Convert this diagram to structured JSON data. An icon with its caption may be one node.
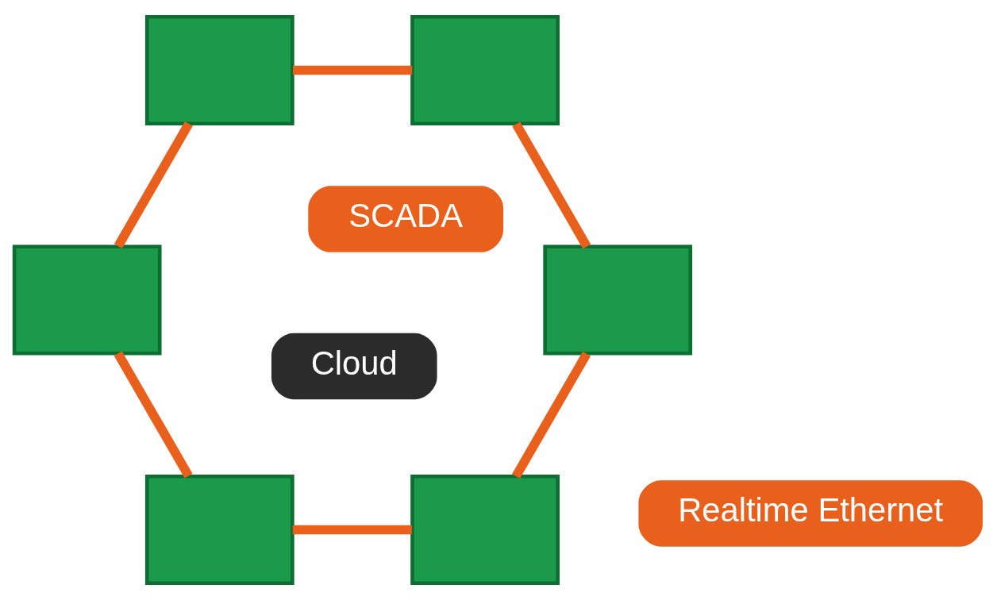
{
  "diagram": {
    "nodes": [
      {
        "text": [
          "SCADA"
        ]
      },
      {
        "text": [
          "Cloud"
        ]
      },
      {
        "text": [
          "Realtime Ethernet"
        ]
      },
      {
        "text": [],
        "shape": "box"
      },
      {
        "text": [],
        "shape": "box"
      },
      {
        "text": [],
        "shape": "box"
      },
      {
        "text": [],
        "shape": "box"
      },
      {
        "text": [],
        "shape": "box"
      },
      {
        "text": [],
        "shape": "box"
      }
    ],
    "edges": [
      {
        "from": 3,
        "to": 5,
        "arrow": "none"
      },
      {
        "from": 5,
        "to": 7,
        "arrow": "none"
      },
      {
        "from": 7,
        "to": 8,
        "arrow": "none"
      },
      {
        "from": 8,
        "to": 6,
        "arrow": "none"
      },
      {
        "from": 6,
        "to": 4,
        "arrow": "none"
      },
      {
        "from": 4,
        "to": 3,
        "arrow": "none"
      }
    ]
  }
}
